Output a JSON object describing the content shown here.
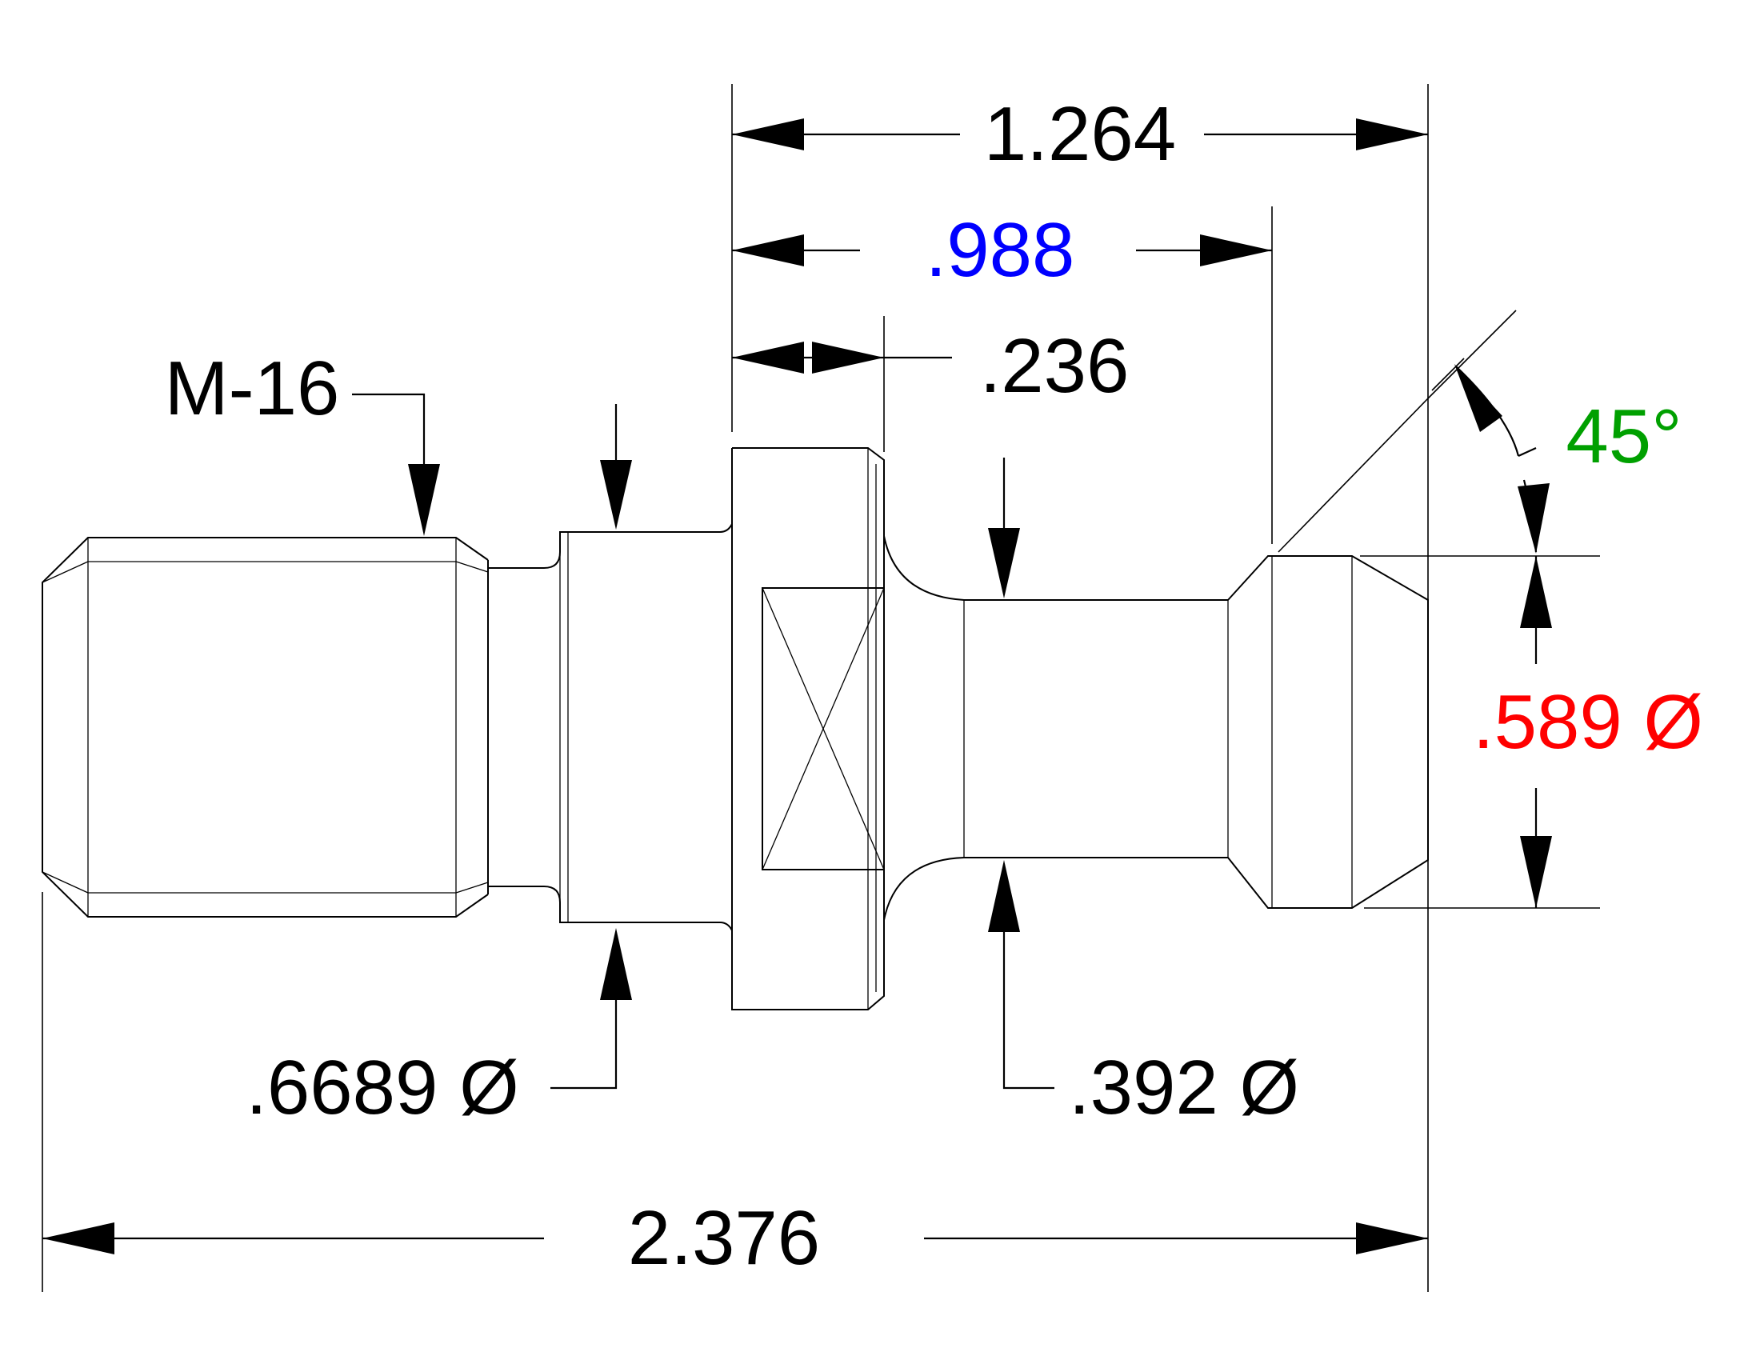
{
  "labels": {
    "thread": "M-16",
    "overall_length": "2.376",
    "length_1264": "1.264",
    "length_988": ".988",
    "length_236": ".236",
    "angle": "45°",
    "dia_589": ".589 Ø",
    "dia_6689": ".6689 Ø",
    "dia_392": ".392 Ø"
  },
  "colors": {
    "line": "#000000",
    "dim_988": "#0000ff",
    "dim_589": "#ff0000",
    "angle": "#00a000"
  }
}
